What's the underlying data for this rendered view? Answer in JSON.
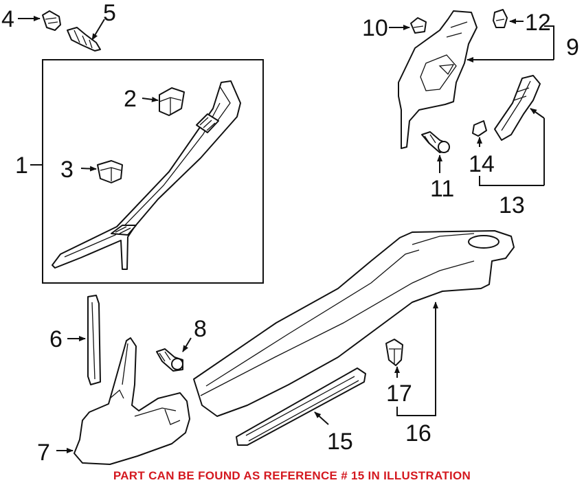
{
  "diagram": {
    "callouts": {
      "c1": "1",
      "c2": "2",
      "c3": "3",
      "c4": "4",
      "c5": "5",
      "c6": "6",
      "c7": "7",
      "c8": "8",
      "c9": "9",
      "c10": "10",
      "c11": "11",
      "c12": "12",
      "c13": "13",
      "c14": "14",
      "c15": "15",
      "c16": "16",
      "c17": "17"
    },
    "caption": "PART CAN BE FOUND AS REFERENCE # 15 IN ILLUSTRATION",
    "colors": {
      "line": "#111111",
      "caption": "#d4181f",
      "background": "#ffffff"
    }
  }
}
